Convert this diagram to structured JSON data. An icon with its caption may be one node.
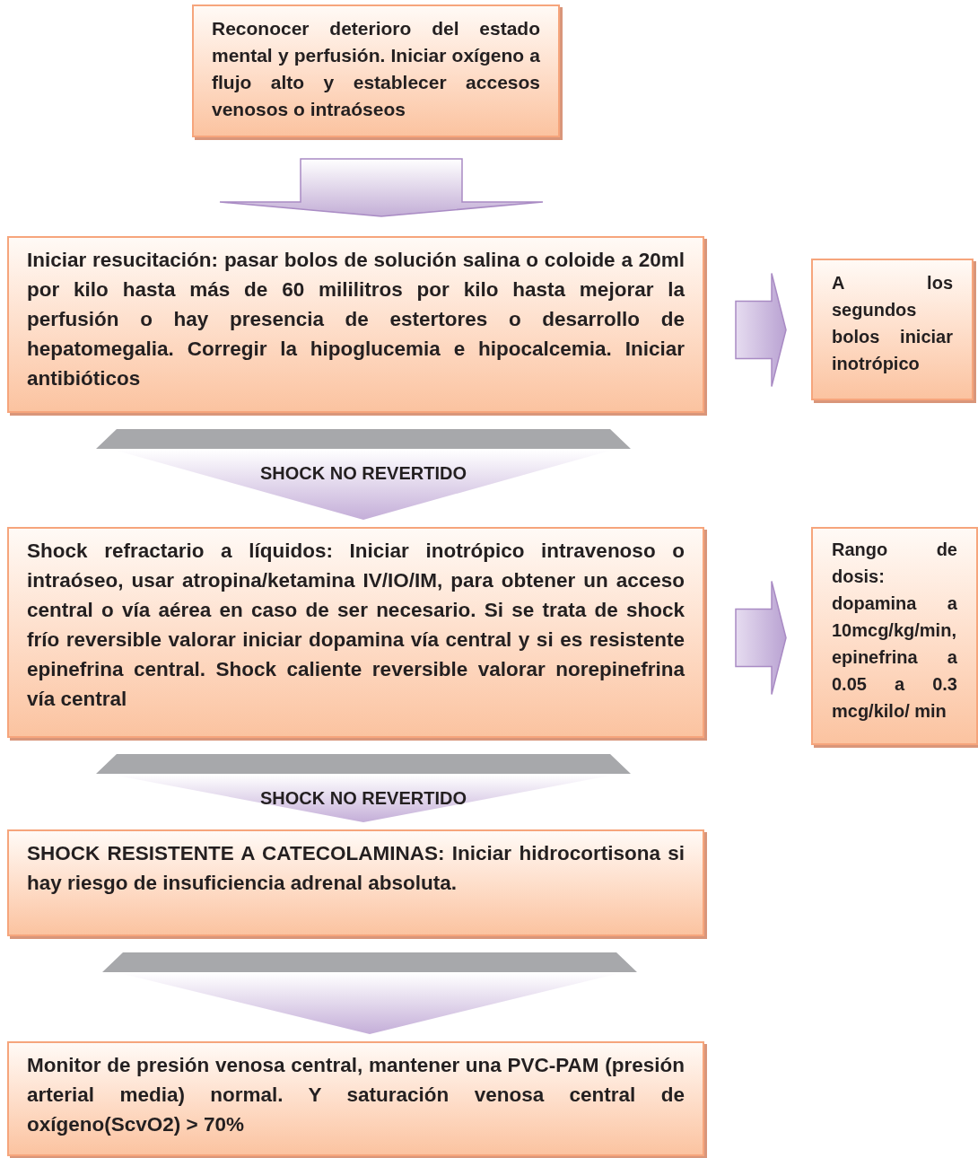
{
  "diagram": {
    "nodes": [
      {
        "text": [
          "Reconocer deterioro del estado mental y perfusión. Iniciar oxígeno a flujo alto y establecer accesos venosos o intraóseos"
        ]
      },
      {
        "text": [
          "Iniciar resucitación: pasar bolos de solución salina o coloide a 20ml por kilo hasta más de 60 mililitros por kilo hasta mejorar la perfusión o hay presencia de estertores o desarrollo de hepatomegalia. Corregir la hipoglucemia e hipocalcemia. Iniciar antibióticos"
        ]
      },
      {
        "text": [
          "A los segundos bolos iniciar inotrópico"
        ]
      },
      {
        "text": [
          "Shock refractario a líquidos: Iniciar inotrópico intravenoso o intraóseo, usar atropina/ketamina IV/IO/IM, para obtener un acceso central o vía aérea en caso de ser necesario. Si se trata de shock frío reversible valorar iniciar dopamina vía central y si es resistente epinefrina central. Shock caliente reversible valorar norepinefrina vía central"
        ]
      },
      {
        "text": [
          "Rango de dosis: dopamina a 10mcg/kg/min, epinefrina a 0.05 a 0.3 mcg/kilo/ min"
        ]
      },
      {
        "text": [
          "SHOCK RESISTENTE A CATECOLAMINAS: Iniciar hidrocortisona si hay riesgo de insuficiencia adrenal absoluta."
        ]
      },
      {
        "text": [
          "Monitor de presión venosa central, mantener una PVC-PAM (presión arterial media) normal. Y saturación venosa central de oxígeno(ScvO2) > 70%"
        ]
      }
    ],
    "edges": [
      {
        "from": 0,
        "to": 1,
        "arrow": "to"
      },
      {
        "from": 1,
        "to": 2,
        "arrow": "to"
      },
      {
        "from": 1,
        "to": 3,
        "arrow": "to",
        "label": "SHOCK NO REVERTIDO"
      },
      {
        "from": 3,
        "to": 4,
        "arrow": "to"
      },
      {
        "from": 3,
        "to": 5,
        "arrow": "to",
        "label": "SHOCK NO REVERTIDO"
      },
      {
        "from": 5,
        "to": 6,
        "arrow": "to"
      }
    ]
  }
}
